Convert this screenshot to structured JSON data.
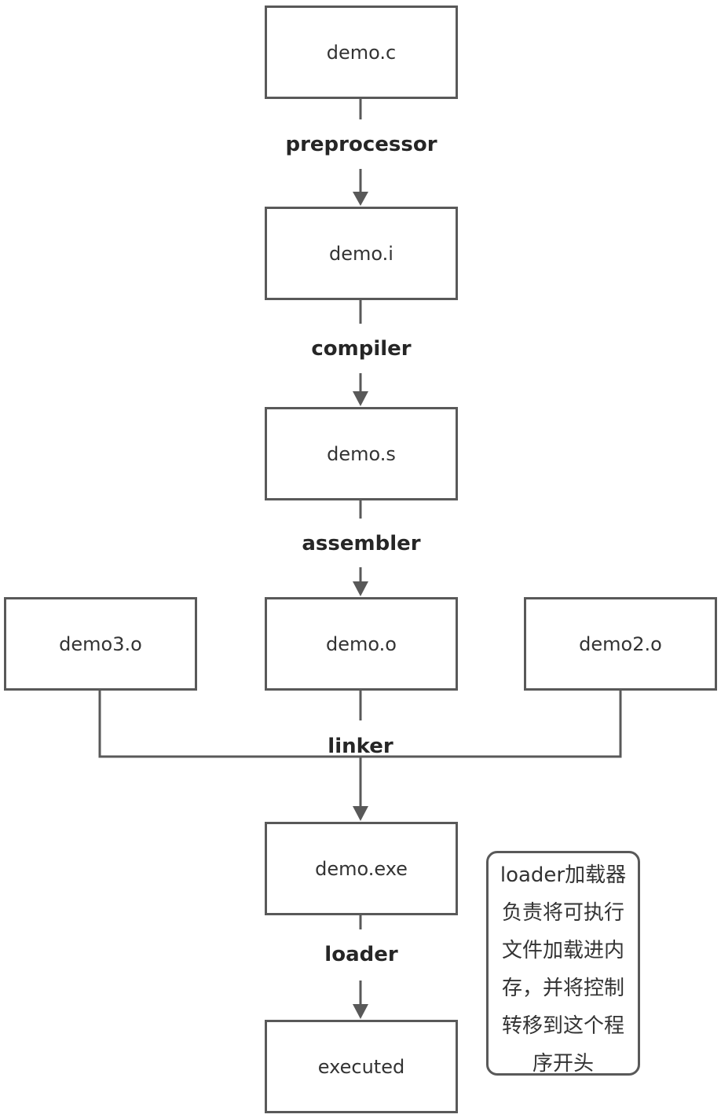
{
  "boxes": {
    "source": "demo.c",
    "preprocessed": "demo.i",
    "assembly": "demo.s",
    "object": "demo.o",
    "object_left": "demo3.o",
    "object_right": "demo2.o",
    "executable": "demo.exe",
    "executed": "executed"
  },
  "stages": {
    "preprocessor": "preprocessor",
    "compiler": "compiler",
    "assembler": "assembler",
    "linker": "linker",
    "loader": "loader"
  },
  "note": {
    "text": "loader加载器负责将可执行文件加载进内存，并将控制转移到这个程序开头"
  },
  "colors": {
    "stroke": "#595959",
    "label": "#262626",
    "text": "#333333",
    "background": "#ffffff"
  }
}
